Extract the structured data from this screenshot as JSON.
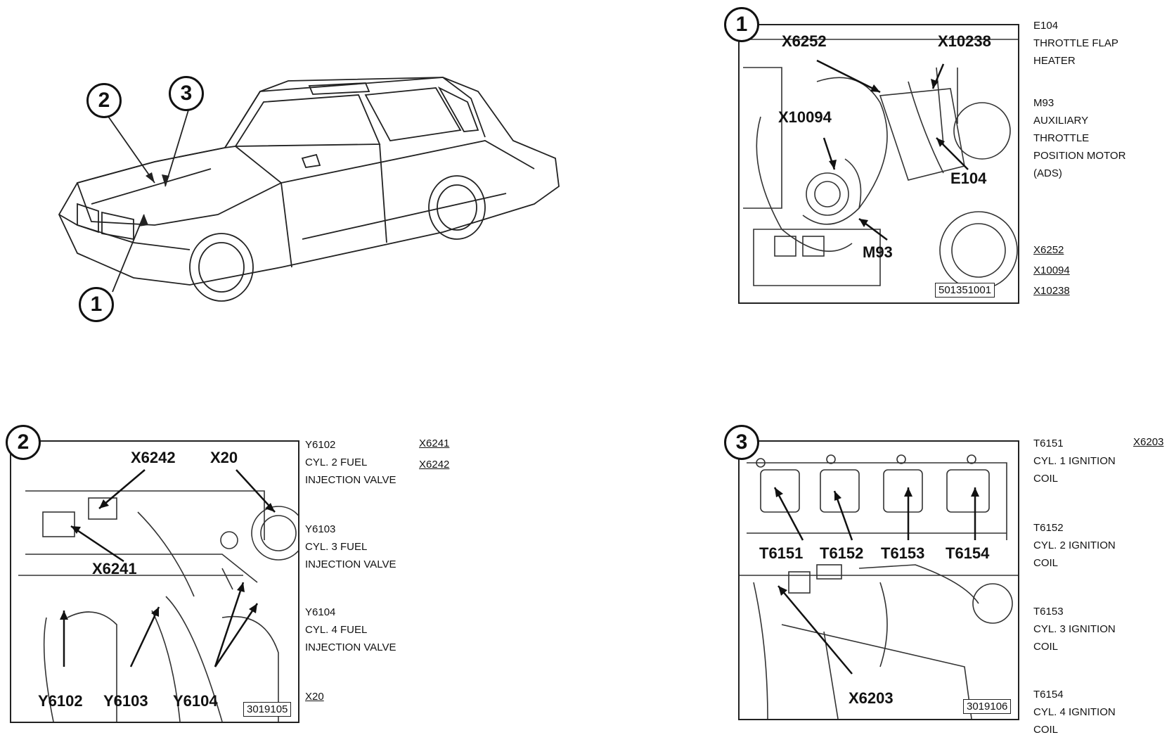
{
  "overview": {
    "callouts": [
      "1",
      "2",
      "3"
    ]
  },
  "panel1": {
    "number": "1",
    "labels": {
      "x6252": "X6252",
      "x10238": "X10238",
      "x10094": "X10094",
      "e104": "E104",
      "m93": "M93"
    },
    "figure_number": "501351001",
    "legend": {
      "e104_code": "E104",
      "e104_lines": [
        "THROTTLE FLAP",
        "HEATER"
      ],
      "m93_code": "M93",
      "m93_lines": [
        "AUXILIARY",
        "THROTTLE",
        "POSITION MOTOR",
        "(ADS)"
      ],
      "connectors": [
        "X6252",
        "X10094",
        "X10238"
      ]
    }
  },
  "panel2": {
    "number": "2",
    "labels": {
      "x6242": "X6242",
      "x20": "X20",
      "x6241": "X6241",
      "y6102": "Y6102",
      "y6103": "Y6103",
      "y6104": "Y6104"
    },
    "figure_number": "3019105",
    "legend": {
      "y6102_code": "Y6102",
      "y6102_lines": [
        "CYL. 2 FUEL",
        "INJECTION VALVE"
      ],
      "y6103_code": "Y6103",
      "y6103_lines": [
        "CYL. 3 FUEL",
        "INJECTION VALVE"
      ],
      "y6104_code": "Y6104",
      "y6104_lines": [
        "CYL. 4 FUEL",
        "INJECTION VALVE"
      ],
      "x20": "X20",
      "connectors": [
        "X6241",
        "X6242"
      ]
    }
  },
  "panel3": {
    "number": "3",
    "labels": {
      "t6151": "T6151",
      "t6152": "T6152",
      "t6153": "T6153",
      "t6154": "T6154",
      "x6203": "X6203"
    },
    "figure_number": "3019106",
    "legend": {
      "t6151_code": "T6151",
      "t6151_lines": [
        "CYL. 1 IGNITION",
        "COIL"
      ],
      "t6152_code": "T6152",
      "t6152_lines": [
        "CYL. 2 IGNITION",
        "COIL"
      ],
      "t6153_code": "T6153",
      "t6153_lines": [
        "CYL. 3 IGNITION",
        "COIL"
      ],
      "t6154_code": "T6154",
      "t6154_lines": [
        "CYL. 4 IGNITION",
        "COIL"
      ],
      "x6203": "X6203"
    }
  }
}
